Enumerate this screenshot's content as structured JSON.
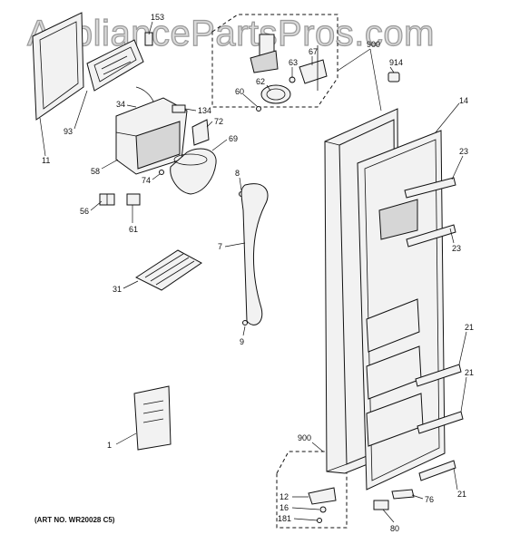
{
  "watermark": "AppliancePartsPros.com",
  "art_number": "(ART NO. WR20028 C5)",
  "callouts": {
    "c153": "153",
    "c900a": "900",
    "c67": "67",
    "c63": "63",
    "c914": "914",
    "c62": "62",
    "c60": "60",
    "c14": "14",
    "c93": "93",
    "c34": "34",
    "c134": "134",
    "c72": "72",
    "c69": "69",
    "c11": "11",
    "c58": "58",
    "c74": "74",
    "c8": "8",
    "c23a": "23",
    "c23b": "23",
    "c56": "56",
    "c61": "61",
    "c7": "7",
    "c31": "31",
    "c21a": "21",
    "c21b": "21",
    "c9": "9",
    "c1": "1",
    "c900b": "900",
    "c12": "12",
    "c16": "16",
    "c181": "181",
    "c76": "76",
    "c21c": "21",
    "c80": "80"
  }
}
